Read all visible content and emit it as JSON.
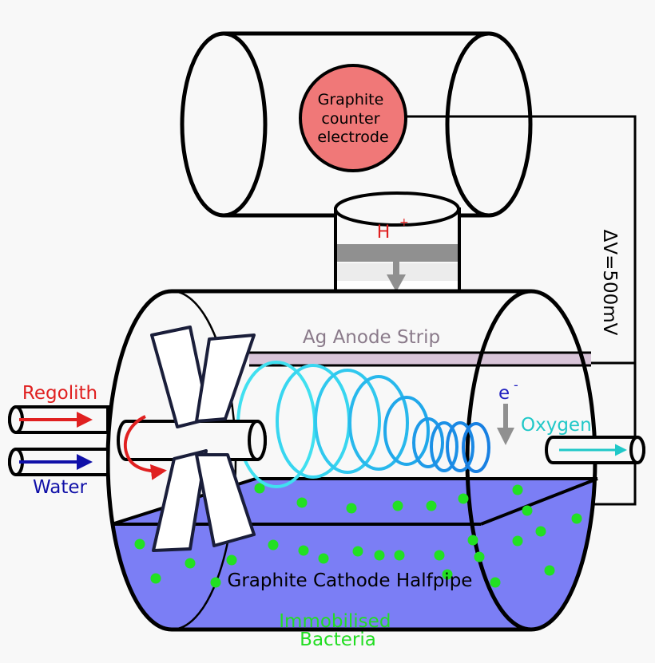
{
  "labels": {
    "counter_electrode": [
      "Graphite",
      "counter",
      "electrode"
    ],
    "proton": "H",
    "proton_sup": "+",
    "anode_strip": "Ag Anode Strip",
    "regolith": "Regolith",
    "water": "Water",
    "electron": "e",
    "electron_sup": "-",
    "oxygen": "Oxygen",
    "voltage": "ΔV=500mV",
    "cathode": "Graphite Cathode Halfpipe",
    "bacteria": [
      "Immobilised",
      "Bacteria"
    ]
  },
  "colors": {
    "counter_electrode_fill": "#f07878",
    "anode_strip": "#d8c4d8",
    "membrane": "#909090",
    "liquid": "#7b7ef5",
    "bacteria": "#22e022",
    "regolith": "#e02020",
    "water": "#1010a8",
    "oxygen": "#20c8c8",
    "bacteria_label": "#22dd22",
    "anode_label": "#8a7a8a",
    "proton_label": "#e02020",
    "electron_label": "#2020c0",
    "outline": "#000000"
  },
  "icons": {
    "arrow_regolith": "arrow-right-icon",
    "arrow_water": "arrow-right-icon",
    "arrow_oxygen": "arrow-right-icon",
    "arrow_electron": "arrow-down-icon",
    "arrow_proton": "arrow-down-icon",
    "rotation": "curved-arrow-icon",
    "impeller": "propeller-icon"
  }
}
